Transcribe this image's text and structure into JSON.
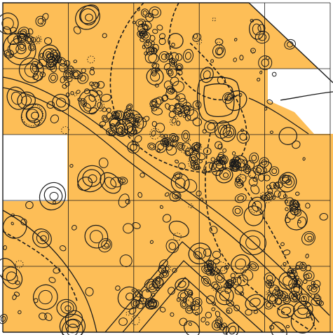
{
  "figure": {
    "kind": "archaeological excavation plan",
    "icon": "site-plan-map",
    "grid": "on",
    "grid_columns": 5,
    "grid_rows": 5,
    "text_labels": []
  },
  "colors": {
    "excavated_fill": "#FDBE57",
    "outside_fill": "#FFFFFF",
    "line": "#1A1A1A"
  },
  "legend": {
    "shown": false
  },
  "features": {
    "cut_outlines": "solid",
    "shallow_outlines": "dotted",
    "possible_structures": "dashed"
  }
}
